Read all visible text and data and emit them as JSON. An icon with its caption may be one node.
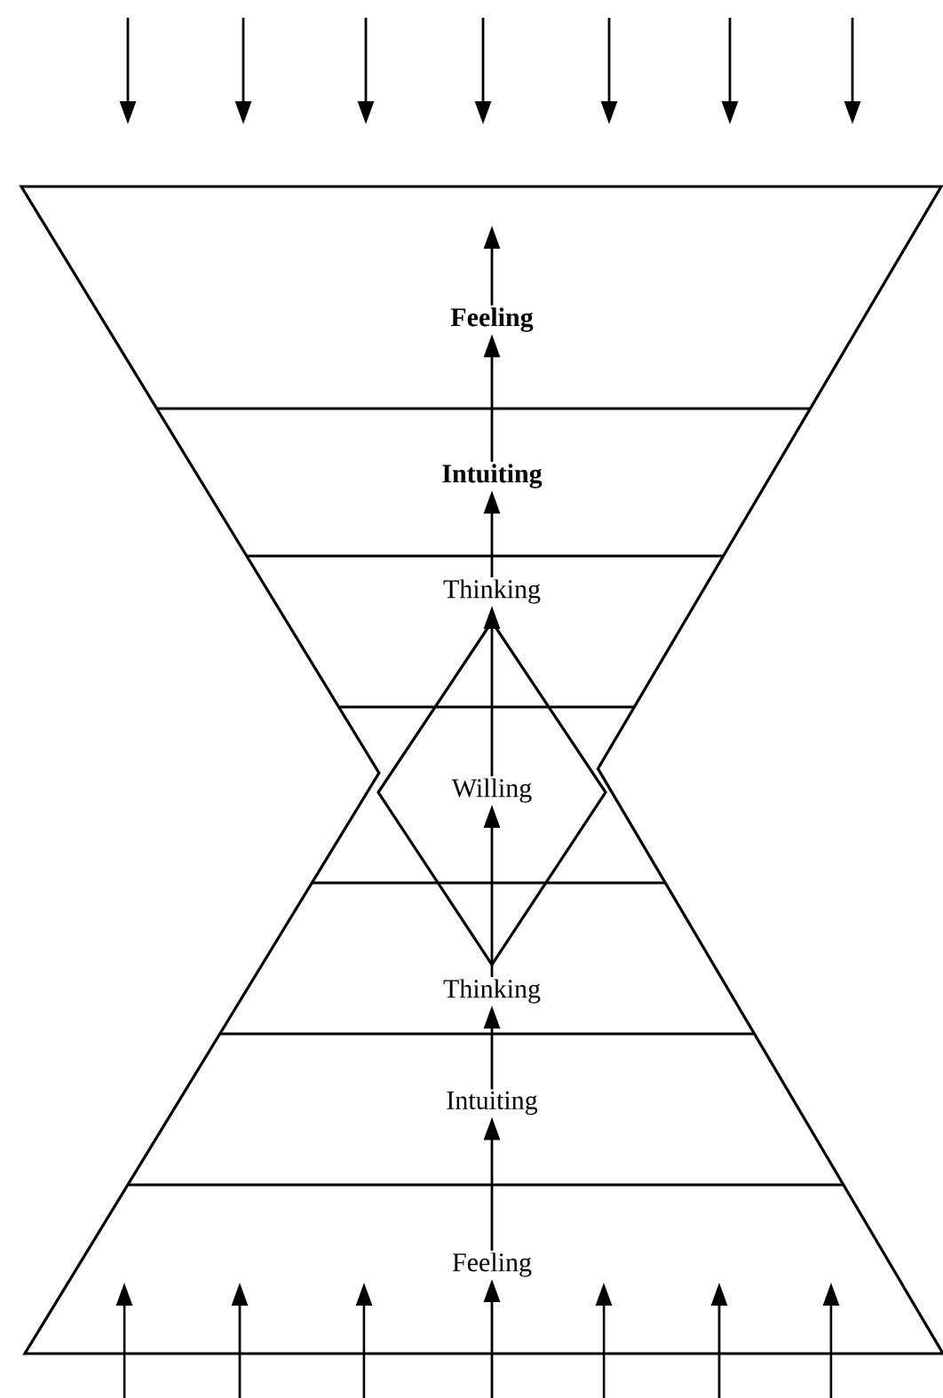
{
  "diagram": {
    "nodes": [
      {
        "text": [
          "Feeling"
        ]
      },
      {
        "text": [
          "Intuiting"
        ]
      },
      {
        "text": [
          "Thinking"
        ]
      },
      {
        "text": [
          "Willing"
        ]
      },
      {
        "text": [
          "Thinking"
        ]
      },
      {
        "text": [
          "Intuiting"
        ]
      },
      {
        "text": [
          "Feeling"
        ]
      }
    ],
    "edges": [
      {
        "from": 0,
        "to": null,
        "arrow": "to"
      },
      {
        "from": 1,
        "to": 0,
        "arrow": "to"
      },
      {
        "from": 2,
        "to": 1,
        "arrow": "to"
      },
      {
        "from": 3,
        "to": 2,
        "arrow": "to"
      },
      {
        "from": 4,
        "to": 3,
        "arrow": "to"
      },
      {
        "from": 5,
        "to": 4,
        "arrow": "to"
      },
      {
        "from": 6,
        "to": 5,
        "arrow": "to"
      },
      {
        "from": null,
        "to": 6,
        "arrow": "to"
      }
    ]
  }
}
